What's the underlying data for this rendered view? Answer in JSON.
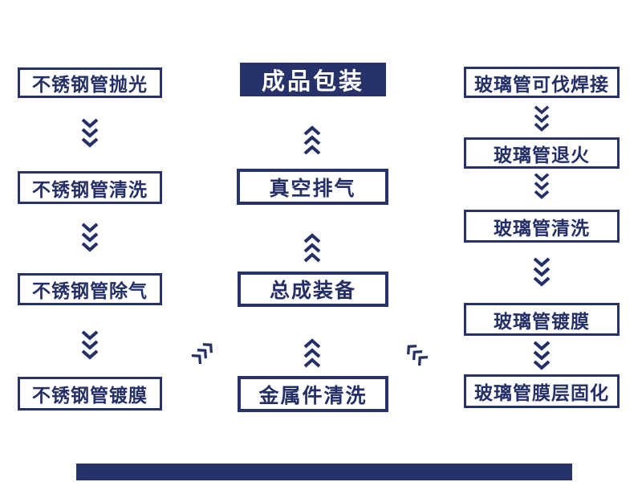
{
  "colors": {
    "navy": "#27326b",
    "ink": "#232f66",
    "background": "#ffffff",
    "header_text": "#ffffff"
  },
  "flow": {
    "left": [
      "不锈钢管抛光",
      "不锈钢管清洗",
      "不锈钢管除气",
      "不锈钢管镀膜"
    ],
    "middle": [
      "成品包装",
      "真空排气",
      "总成装备",
      "金属件清洗"
    ],
    "right": [
      "玻璃管可伐焊接",
      "玻璃管退火",
      "玻璃管清洗",
      "玻璃管镀膜",
      "玻璃管膜层固化"
    ]
  },
  "icons": {
    "down": "chevron-down-arrow",
    "up": "chevron-up-arrow",
    "diag_ne": "chevron-up-right-arrow",
    "diag_nw": "chevron-up-left-arrow"
  }
}
